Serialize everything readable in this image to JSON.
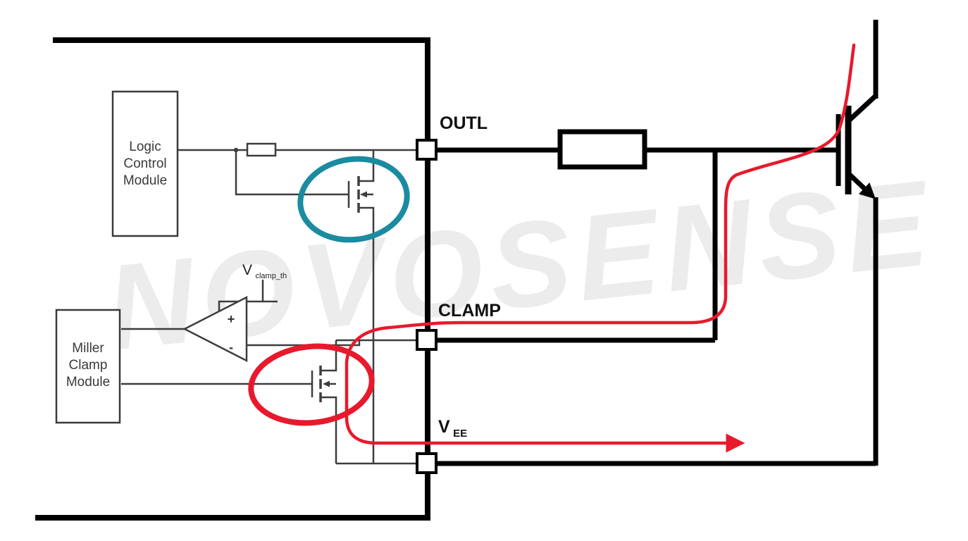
{
  "watermark": "NOVOSENSE",
  "modules": {
    "logic": {
      "line1": "Logic",
      "line2": "Control",
      "line3": "Module"
    },
    "miller": {
      "line1": "Miller",
      "line2": "Clamp",
      "line3": "Module"
    }
  },
  "pins": {
    "outl": "OUTL",
    "clamp": "CLAMP",
    "vee": {
      "main": "V",
      "sub": "EE"
    }
  },
  "comparator": {
    "plus": "+",
    "minus": "-",
    "ref_main": "V",
    "ref_sub": "clamp_th"
  },
  "colors": {
    "teal_highlight": "#1b8ba0",
    "red_highlight": "#e8192c",
    "thin_wire": "#3d3d3d",
    "thick_wire": "#000000",
    "watermark_gray": "#ececec"
  }
}
